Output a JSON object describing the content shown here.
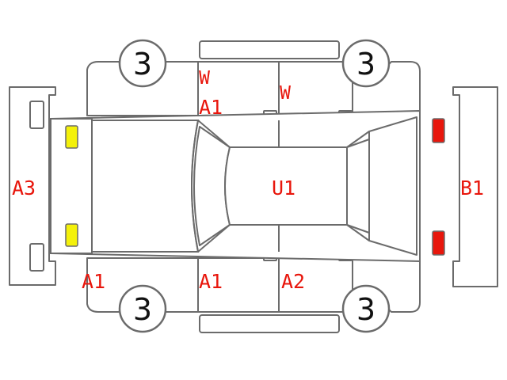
{
  "colors": {
    "outline": "#6b6b6b",
    "code_text": "#e8160c",
    "front_lamp": "#f4f10a",
    "rear_lamp": "#e8160c"
  },
  "wheels": {
    "top_left": "3",
    "top_right": "3",
    "bottom_left": "3",
    "bottom_right": "3"
  },
  "codes": {
    "top_front_door_a": "W",
    "top_front_door_b": "A1",
    "top_rear_door": "W",
    "front_bumper": "A3",
    "roof": "U1",
    "rear_bumper": "B1",
    "bottom_front_fender": "A1",
    "bottom_front_door": "A1",
    "bottom_rear_door": "A2"
  }
}
